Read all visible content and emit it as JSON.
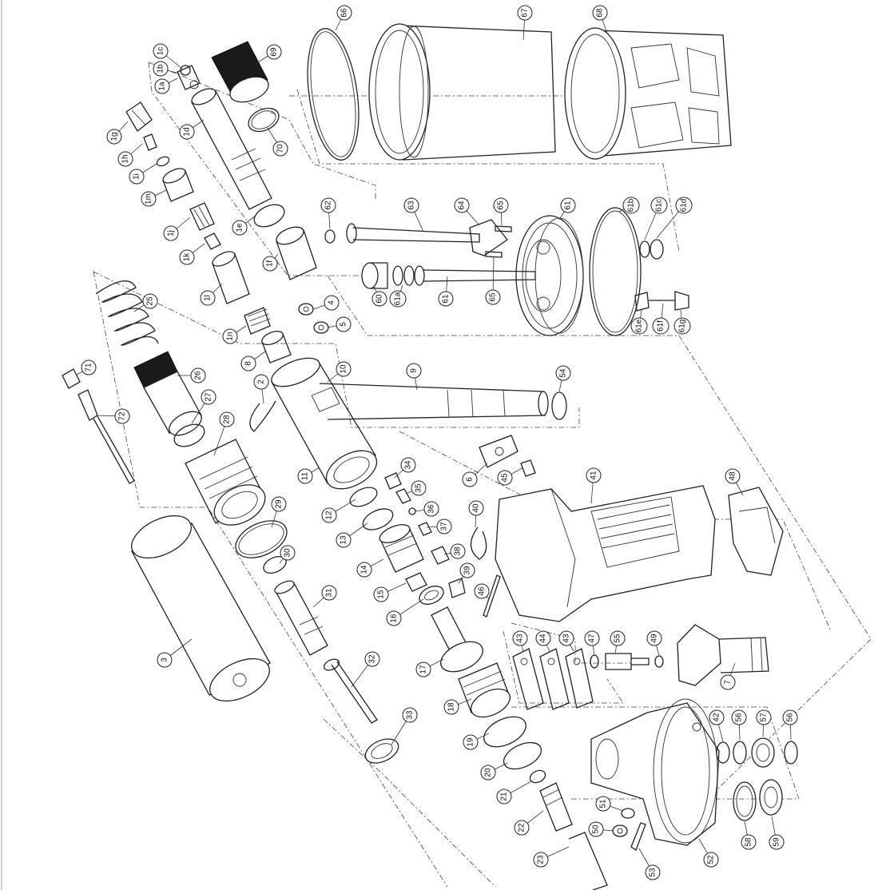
{
  "diagram": {
    "labels": [
      {
        "id": "66",
        "text": "66"
      },
      {
        "id": "67",
        "text": "67"
      },
      {
        "id": "68",
        "text": "68"
      },
      {
        "id": "69",
        "text": "69"
      },
      {
        "id": "70",
        "text": "70"
      },
      {
        "id": "1a",
        "text": "1a"
      },
      {
        "id": "1b",
        "text": "1b"
      },
      {
        "id": "1c",
        "text": "1c"
      },
      {
        "id": "1d",
        "text": "1d"
      },
      {
        "id": "1e",
        "text": "1e"
      },
      {
        "id": "1f",
        "text": "1f"
      },
      {
        "id": "1g",
        "text": "1g"
      },
      {
        "id": "1h",
        "text": "1h"
      },
      {
        "id": "1i",
        "text": "1i"
      },
      {
        "id": "1m",
        "text": "1m"
      },
      {
        "id": "1j",
        "text": "1j"
      },
      {
        "id": "1k",
        "text": "1k"
      },
      {
        "id": "1l",
        "text": "1l"
      },
      {
        "id": "1n",
        "text": "1n"
      },
      {
        "id": "62",
        "text": "62"
      },
      {
        "id": "63",
        "text": "63"
      },
      {
        "id": "64",
        "text": "64"
      },
      {
        "id": "65a",
        "text": "65"
      },
      {
        "id": "65b",
        "text": "65"
      },
      {
        "id": "61a_",
        "text": "61"
      },
      {
        "id": "61b",
        "text": "61b"
      },
      {
        "id": "61c",
        "text": "61c"
      },
      {
        "id": "61d",
        "text": "61d"
      },
      {
        "id": "60",
        "text": "60"
      },
      {
        "id": "61a",
        "text": "61a"
      },
      {
        "id": "61s",
        "text": "61"
      },
      {
        "id": "61e",
        "text": "61e"
      },
      {
        "id": "61f",
        "text": "61f"
      },
      {
        "id": "61g",
        "text": "61g"
      },
      {
        "id": "4",
        "text": "4"
      },
      {
        "id": "5",
        "text": "5"
      },
      {
        "id": "25",
        "text": "25"
      },
      {
        "id": "8",
        "text": "8"
      },
      {
        "id": "10",
        "text": "10"
      },
      {
        "id": "9",
        "text": "9"
      },
      {
        "id": "54",
        "text": "54"
      },
      {
        "id": "2",
        "text": "2"
      },
      {
        "id": "71",
        "text": "71"
      },
      {
        "id": "26",
        "text": "26"
      },
      {
        "id": "27",
        "text": "27"
      },
      {
        "id": "72",
        "text": "72"
      },
      {
        "id": "28",
        "text": "28"
      },
      {
        "id": "11",
        "text": "11"
      },
      {
        "id": "34",
        "text": "34"
      },
      {
        "id": "6",
        "text": "6"
      },
      {
        "id": "45",
        "text": "45"
      },
      {
        "id": "41",
        "text": "41"
      },
      {
        "id": "48",
        "text": "48"
      },
      {
        "id": "35",
        "text": "35"
      },
      {
        "id": "12",
        "text": "12"
      },
      {
        "id": "29",
        "text": "29"
      },
      {
        "id": "36",
        "text": "36"
      },
      {
        "id": "40",
        "text": "40"
      },
      {
        "id": "37",
        "text": "37"
      },
      {
        "id": "13",
        "text": "13"
      },
      {
        "id": "30",
        "text": "30"
      },
      {
        "id": "38",
        "text": "38"
      },
      {
        "id": "14",
        "text": "14"
      },
      {
        "id": "39",
        "text": "39"
      },
      {
        "id": "15",
        "text": "15"
      },
      {
        "id": "46",
        "text": "46"
      },
      {
        "id": "31",
        "text": "31"
      },
      {
        "id": "16",
        "text": "16"
      },
      {
        "id": "43a",
        "text": "43"
      },
      {
        "id": "44",
        "text": "44"
      },
      {
        "id": "43b",
        "text": "43"
      },
      {
        "id": "47",
        "text": "47"
      },
      {
        "id": "55",
        "text": "55"
      },
      {
        "id": "49",
        "text": "49"
      },
      {
        "id": "3",
        "text": "3"
      },
      {
        "id": "7",
        "text": "7"
      },
      {
        "id": "17",
        "text": "17"
      },
      {
        "id": "32",
        "text": "32"
      },
      {
        "id": "18",
        "text": "18"
      },
      {
        "id": "33",
        "text": "33"
      },
      {
        "id": "42",
        "text": "42"
      },
      {
        "id": "56a",
        "text": "56"
      },
      {
        "id": "57",
        "text": "57"
      },
      {
        "id": "56b",
        "text": "56"
      },
      {
        "id": "19",
        "text": "19"
      },
      {
        "id": "20",
        "text": "20"
      },
      {
        "id": "21",
        "text": "21"
      },
      {
        "id": "51",
        "text": "51"
      },
      {
        "id": "58",
        "text": "58"
      },
      {
        "id": "59",
        "text": "59"
      },
      {
        "id": "22",
        "text": "22"
      },
      {
        "id": "50",
        "text": "50"
      },
      {
        "id": "23",
        "text": "23"
      },
      {
        "id": "53",
        "text": "53"
      },
      {
        "id": "52",
        "text": "52"
      }
    ]
  }
}
